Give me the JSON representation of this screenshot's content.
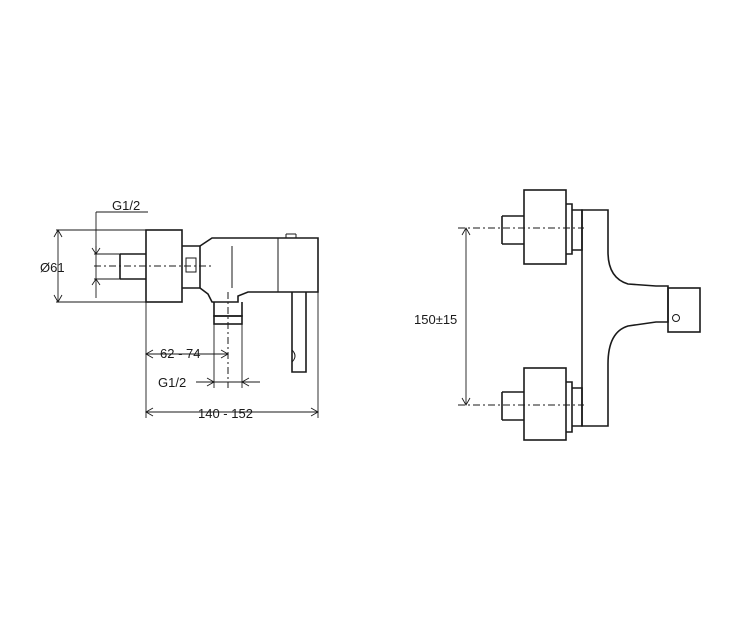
{
  "side_view": {
    "labels": {
      "thread_top": "G1/2",
      "diameter": "Ø61",
      "offset": "62 - 74",
      "thread_bottom": "G1/2",
      "overall_length": "140 - 152"
    }
  },
  "front_view": {
    "labels": {
      "center_distance": "150±15"
    }
  }
}
